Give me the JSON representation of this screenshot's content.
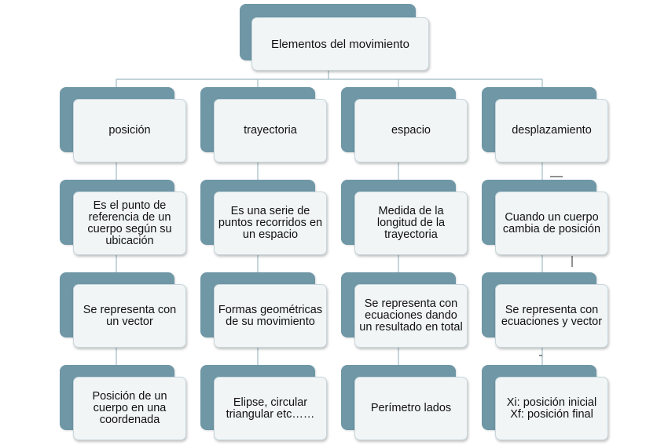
{
  "root": {
    "label": "Elementos del movimiento"
  },
  "columns": [
    {
      "header": "posición",
      "items": [
        "Es el punto de referencia de un cuerpo según su ubicación",
        "Se representa con un vector",
        "Posición de un cuerpo en una coordenada"
      ]
    },
    {
      "header": "trayectoria",
      "items": [
        "Es una serie de puntos recorridos en un espacio",
        "Formas geométricas de su movimiento",
        "Elipse, circular triangular etc……"
      ]
    },
    {
      "header": "espacio",
      "items": [
        "Medida de la longitud de la trayectoria",
        "Se representa con ecuaciones dando un resultado en total",
        "Perímetro lados"
      ]
    },
    {
      "header": "desplazamiento",
      "items": [
        "Cuando un cuerpo cambia de posición",
        "Se representa con ecuaciones y vector",
        "Xi: posición inicial Xf: posición final"
      ]
    }
  ],
  "colors": {
    "tab": "#6f97a6",
    "box_fill": "#f2f5f6",
    "connector": "#9fbac4"
  }
}
